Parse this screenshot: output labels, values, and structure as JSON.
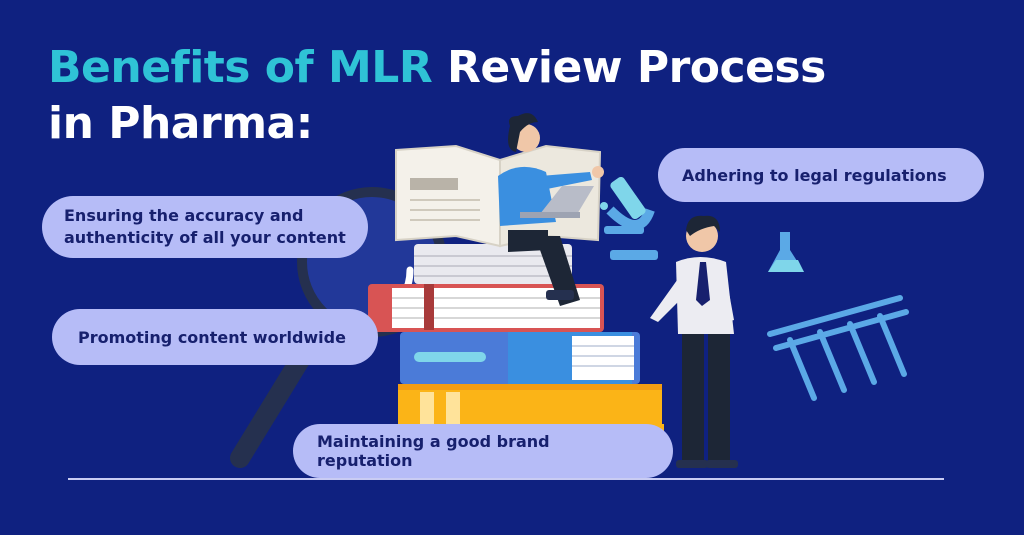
{
  "title": {
    "accent": "Benefits of MLR",
    "rest_line1": " Review Process",
    "line2": "in Pharma:"
  },
  "benefits": [
    {
      "line1": "Ensuring the accuracy and",
      "line2": "authenticity of all your content"
    },
    {
      "text": "Adhering to legal regulations"
    },
    {
      "text": "Promoting content worldwide"
    },
    {
      "text": "Maintaining a good brand reputation"
    }
  ],
  "colors": {
    "background": "#0f2180",
    "accent": "#2fc3d6",
    "pill": "#b6bcf7",
    "pill_text": "#17206e",
    "illustration_light_blue": "#5ba9e6"
  },
  "icons": [
    "magnifying-glass-icon",
    "open-book-icon",
    "book-stack-icon",
    "microscope-icon",
    "flask-icon",
    "test-tube-rack-icon",
    "woman-with-laptop-icon",
    "man-presenting-icon"
  ]
}
